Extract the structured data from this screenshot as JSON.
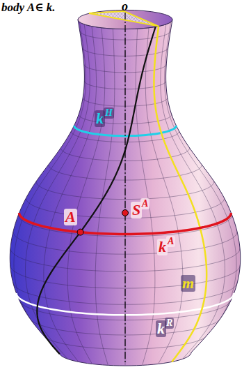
{
  "diagram": {
    "labels": [
      "body A∈ k.",
      "o",
      "k",
      "H",
      "S",
      "A",
      "A",
      "k",
      "A",
      "m",
      "k",
      "R"
    ]
  }
}
